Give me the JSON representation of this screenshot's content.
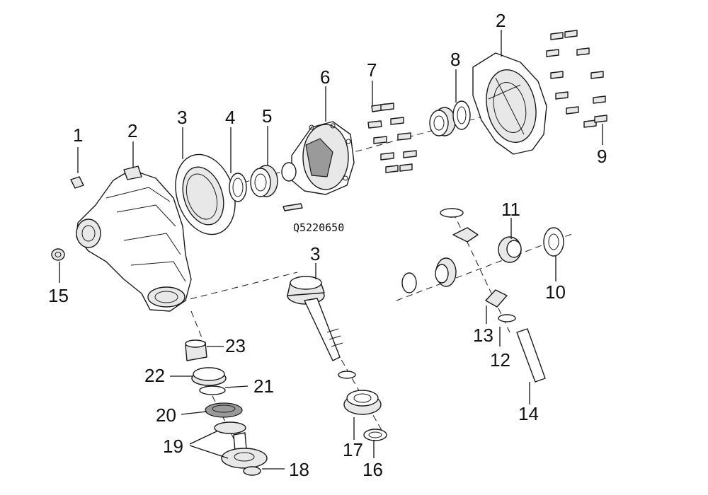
{
  "callouts": {
    "c1": "1",
    "c2a": "2",
    "c2b": "2",
    "c3a": "3",
    "c3b": "3",
    "c4": "4",
    "c5": "5",
    "c6": "6",
    "c7": "7",
    "c8": "8",
    "c9": "9",
    "c10": "10",
    "c11": "11",
    "c12": "12",
    "c13": "13",
    "c14": "14",
    "c15": "15",
    "c16": "16",
    "c17": "17",
    "c18": "18",
    "c19": "19",
    "c20": "20",
    "c21": "21",
    "c22": "22",
    "c23": "23"
  },
  "part_code": "Q5220650"
}
